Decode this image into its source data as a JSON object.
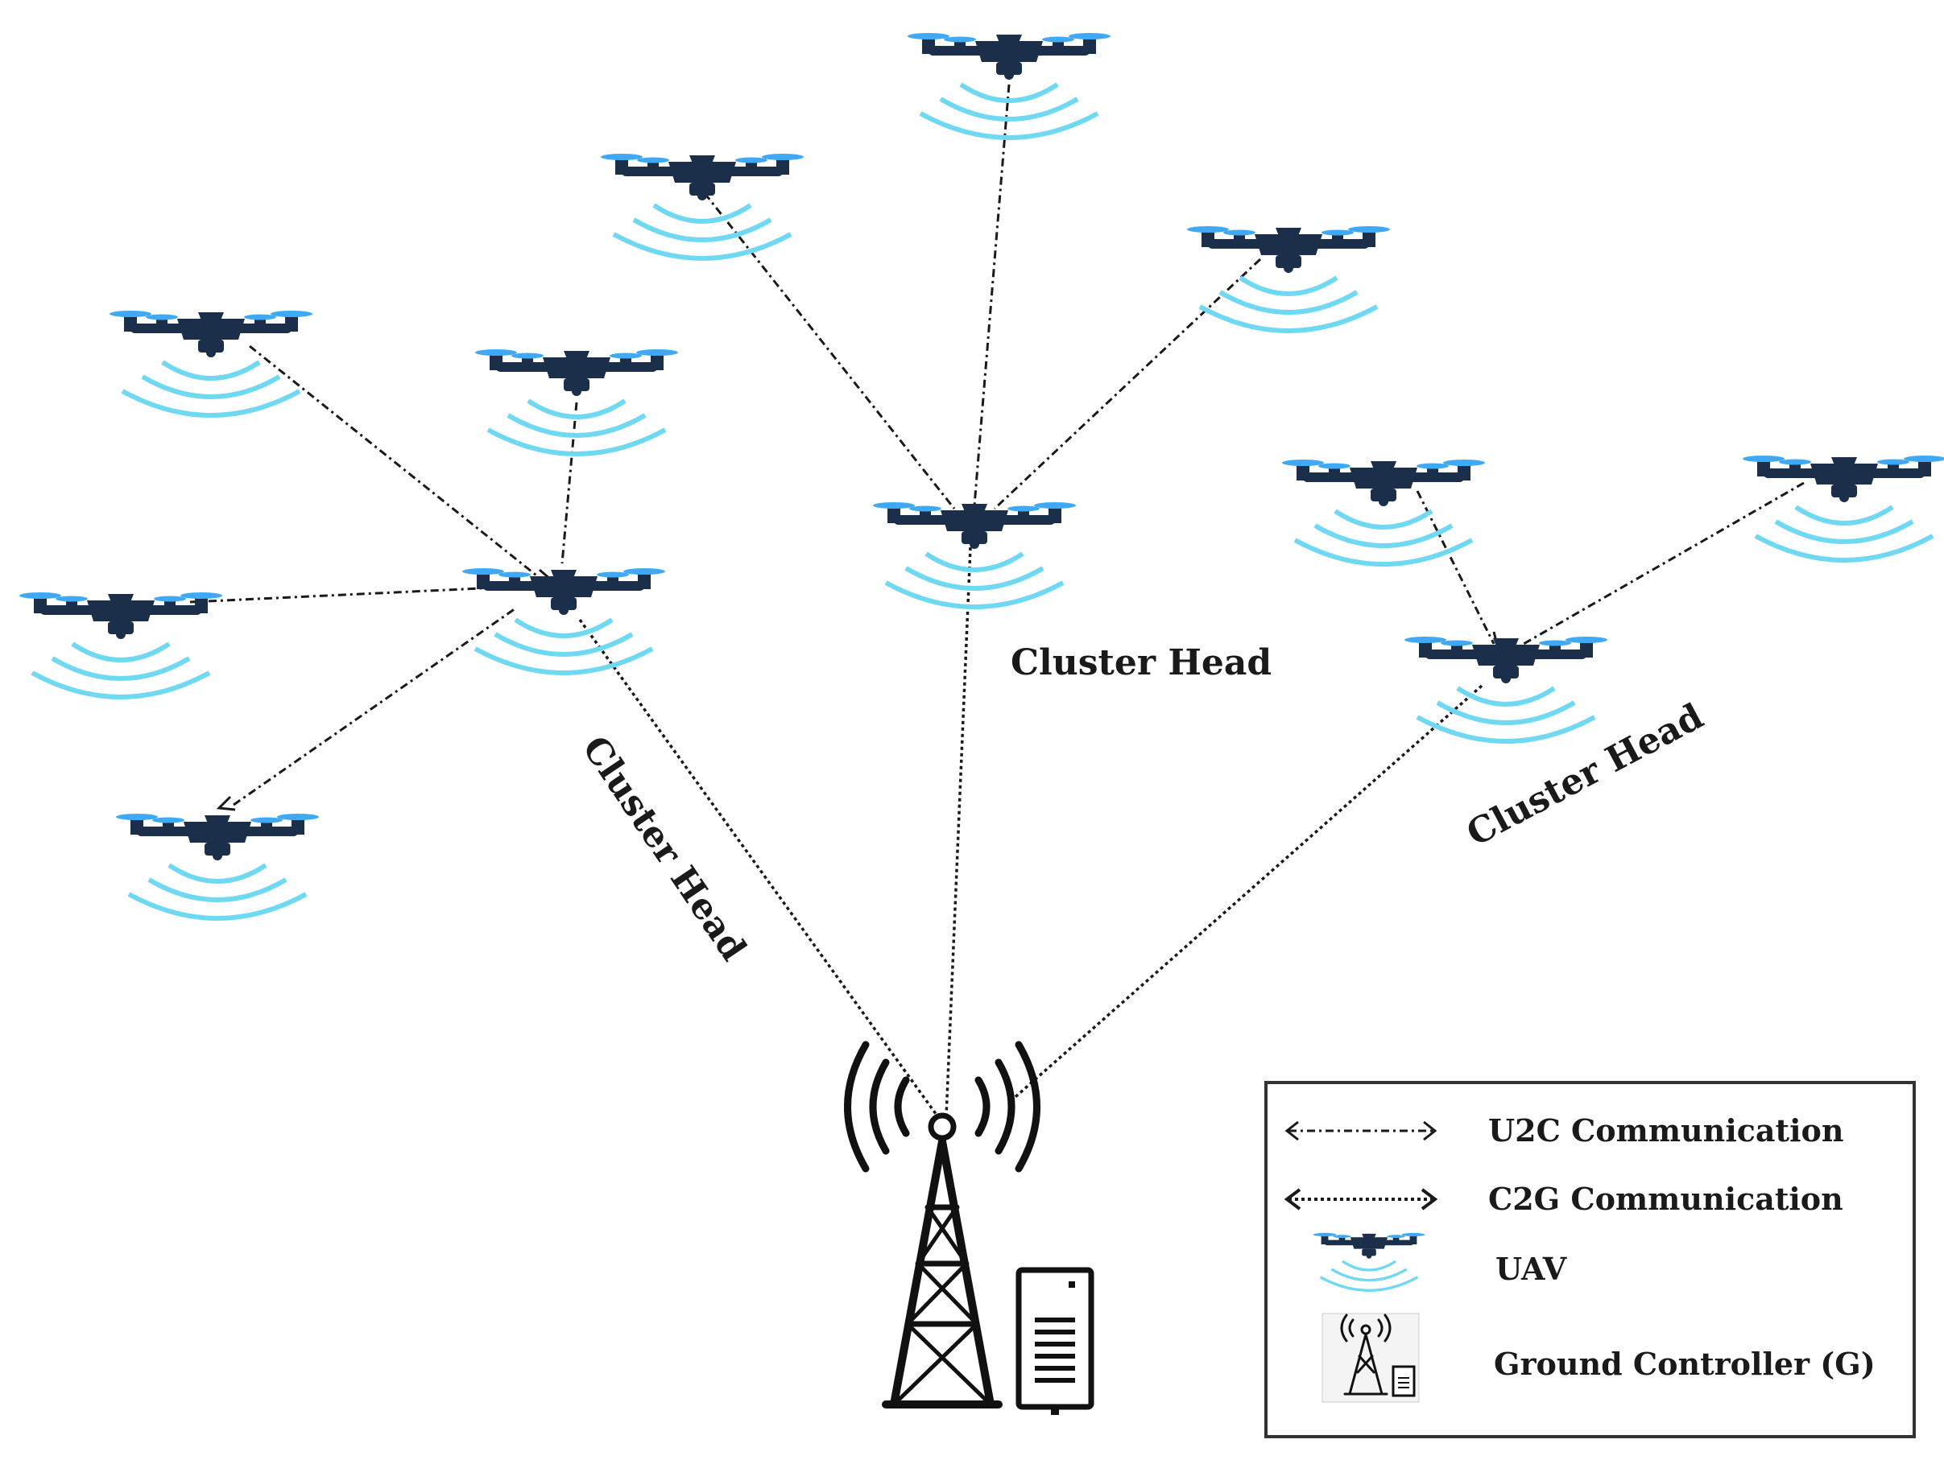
{
  "labels": {
    "cluster_head_left": "Cluster Head",
    "cluster_head_center": "Cluster Head",
    "cluster_head_right": "Cluster Head"
  },
  "legend": {
    "u2c": "U2C Communication",
    "c2g": "C2G Communication",
    "uav": "UAV",
    "ground": "Ground Controller (G)"
  },
  "colors": {
    "drone_body": "#1b2f4a",
    "propeller": "#3fa9f5",
    "signal": "#6fd8f2",
    "link": "#1a1a1a"
  }
}
